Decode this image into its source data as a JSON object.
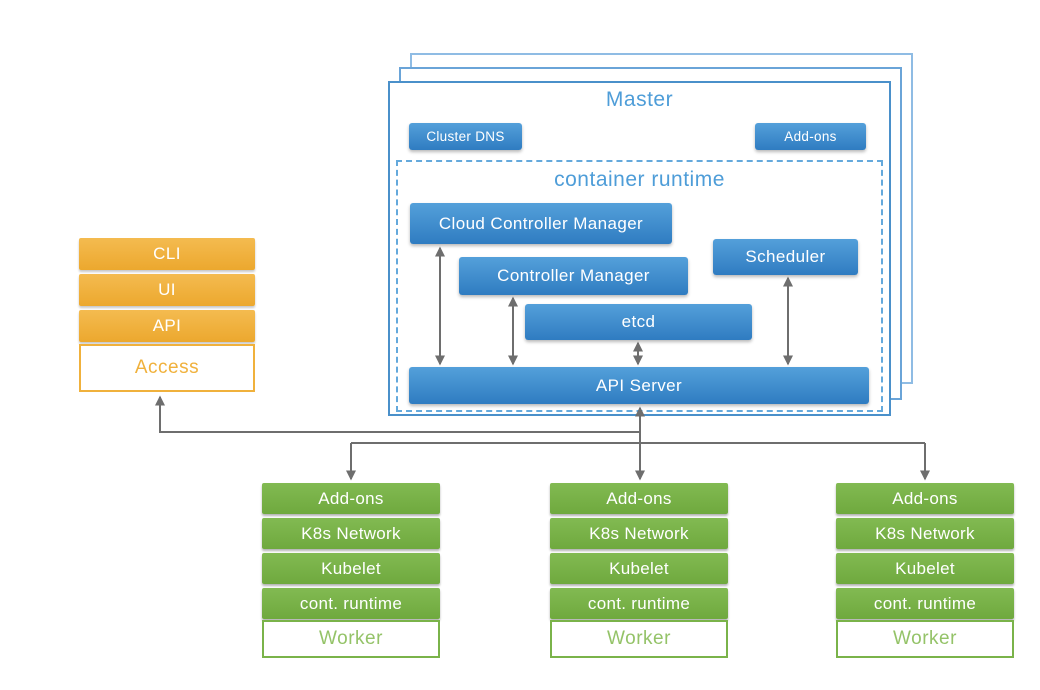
{
  "colors": {
    "blue-top": "#54A0DA",
    "blue-bottom": "#2F7CC1",
    "blue-border": "#4A90CA",
    "blue-layer2": "#6AA4D8",
    "blue-layer3": "#8FBCE4",
    "blue-title": "#4E9DD8",
    "blue-dash": "#64A9DC",
    "orange-top": "#F4BB50",
    "orange-bottom": "#ECA82E",
    "orange": "#F0B13C",
    "green-top": "#82BA52",
    "green-bottom": "#6FA93E",
    "green": "#7AB34A",
    "green-text": "#94C368",
    "arrow": "#6E6E6E"
  },
  "access": {
    "items": [
      "CLI",
      "UI",
      "API"
    ],
    "title": "Access"
  },
  "master": {
    "title": "Master",
    "badges": {
      "cluster_dns": "Cluster DNS",
      "add_ons": "Add-ons"
    },
    "container_runtime": {
      "title": "container runtime",
      "components": {
        "cloud_controller_manager": "Cloud Controller Manager",
        "controller_manager": "Controller Manager",
        "scheduler": "Scheduler",
        "etcd": "etcd",
        "api_server": "API Server"
      }
    }
  },
  "worker": {
    "rows": [
      "Add-ons",
      "K8s Network",
      "Kubelet",
      "cont. runtime"
    ],
    "title": "Worker"
  }
}
